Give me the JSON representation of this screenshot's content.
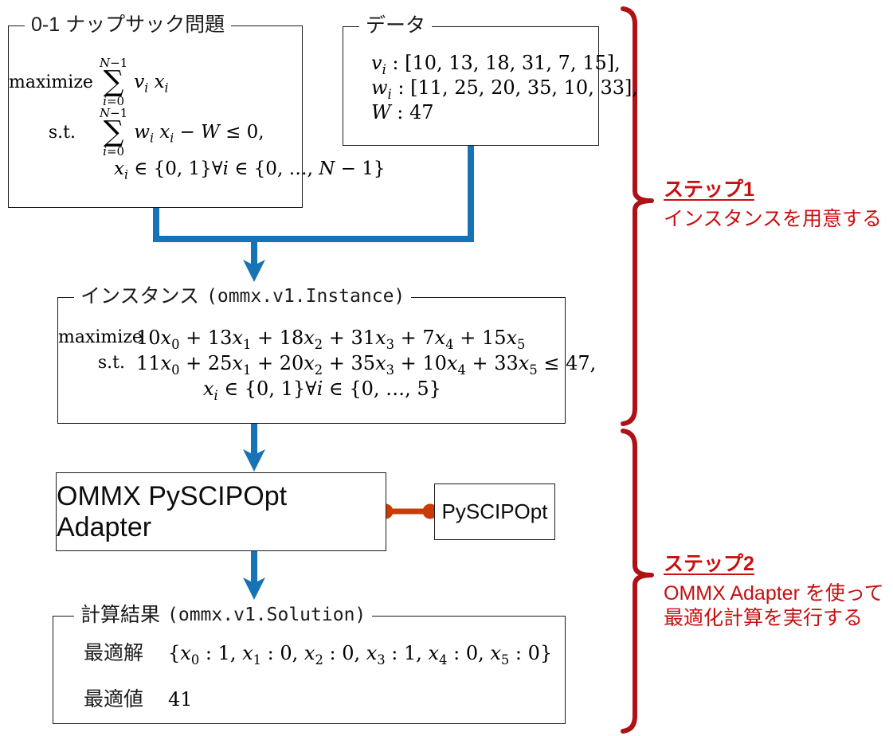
{
  "accent_colors": {
    "flow_blue": "#1673b5",
    "solver_orange": "#c93c08",
    "step_red": "#c90f0f",
    "brace_red": "#ae1216"
  },
  "knapsack_box": {
    "title": "0-1 ナップサック問題",
    "maximize_label": "maximize",
    "st_label": "s.t.",
    "sum_upper": "N−1",
    "sum_lower": "i=0",
    "objective_expr": "v_i x_i",
    "constraint_expr": "w_i x_i − W ≤ 0,",
    "domain_expr": "x_i ∈ {0, 1}∀i ∈ {0, …, N − 1}"
  },
  "data_box": {
    "title": "データ",
    "lines": [
      "v_i : [10, 13, 18, 31, 7, 15],",
      "w_i : [11, 25, 20, 35, 10, 33],",
      "W : 47"
    ]
  },
  "instance_box": {
    "title_jp": "インスタンス",
    "title_code": "(ommx.v1.Instance)",
    "maximize_label": "maximize",
    "st_label": "s.t.",
    "objective_expr": "10x_0 + 13x_1 + 18x_2 + 31x_3 + 7x_4 + 15x_5",
    "constraint_expr": "11x_0 + 25x_1 + 20x_2 + 35x_3 + 10x_4 + 33x_5 ≤ 47,",
    "domain_expr": "x_i ∈ {0, 1}∀i ∈ {0, …, 5}"
  },
  "adapter_box": {
    "label": "OMMX PySCIPOpt Adapter"
  },
  "solver_box": {
    "label": "PySCIPOpt"
  },
  "result_box": {
    "title_jp": "計算結果",
    "title_code": "(ommx.v1.Solution)",
    "rows": [
      {
        "label": "最適解",
        "value": "{x_0 : 1, x_1 : 0, x_2 : 0, x_3 : 1, x_4 : 0, x_5 : 0}"
      },
      {
        "label": "最適値",
        "value": "41"
      }
    ]
  },
  "steps": [
    {
      "title": "ステップ1",
      "description": "インスタンスを用意する"
    },
    {
      "title": "ステップ2",
      "description": "OMMX Adapter を使って\n最適化計算を実行する"
    }
  ]
}
